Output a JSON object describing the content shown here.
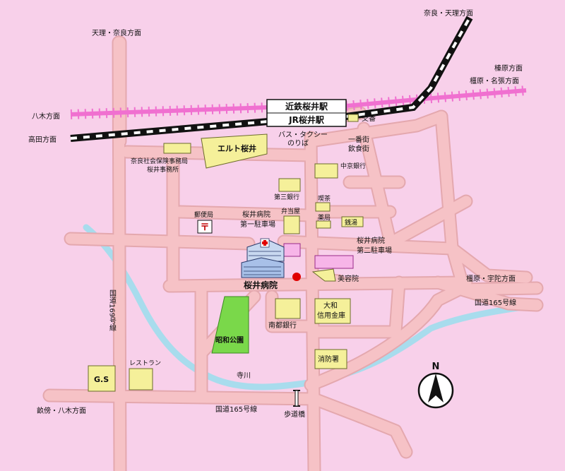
{
  "map": {
    "colors": {
      "background": "#f8d0ea",
      "road": "#f6c2c6",
      "road_edge": "#e4a8ae",
      "river": "#a8dced",
      "park": "#7ad84a",
      "building_yellow": "#f5f09a",
      "building_pink": "#f7b5e8",
      "kintetsu_rail": "#f070d0",
      "jr_rail": "#111111",
      "hospital_marker": "#e00000"
    },
    "stations": {
      "kintetsu": "近鉄桜井駅",
      "jr": "JR桜井駅"
    },
    "directions": {
      "nara_tenri_top": "奈良・天理方面",
      "tenri_nara": "天理・奈良方面",
      "haibara": "榛原方面",
      "kashihara_nabari": "橿原・名張方面",
      "yagi": "八木方面",
      "takada": "高田方面",
      "kashihara_uda": "橿原・宇陀方面",
      "unebi_yagi": "畝傍・八木方面"
    },
    "roads": {
      "route169": "国道169号線",
      "route165_right": "国道165号線",
      "route165_bottom": "国道165号線"
    },
    "places": {
      "bus_taxi_line1": "バス・タクシー",
      "bus_taxi_line2": "のりば",
      "koban": "交番",
      "ichiban_line1": "一番街",
      "ichiban_line2": "飲食街",
      "eruto": "エルト桜井",
      "shakai_line1": "奈良社会保険事務局",
      "shakai_line2": "桜井事務所",
      "chukyo": "中京銀行",
      "daisan": "第三銀行",
      "kissa": "喫茶",
      "yakkyoku": "薬局",
      "sento": "銭湯",
      "yubin": "郵便局",
      "post_mark": "〒",
      "bento": "弁当屋",
      "p1_line1": "桜井病院",
      "p1_line2": "第一駐車場",
      "p2_line1": "桜井病院",
      "p2_line2": "第二駐車場",
      "hospital": "桜井病院",
      "biyoin": "美容院",
      "nanto": "南都銀行",
      "yamato_line1": "大和",
      "yamato_line2": "信用金庫",
      "showa_park": "昭和公園",
      "shobosho": "消防署",
      "restaurant": "レストラン",
      "gs": "G.S",
      "river": "寺川",
      "footbridge": "歩道橋",
      "north": "N"
    }
  }
}
